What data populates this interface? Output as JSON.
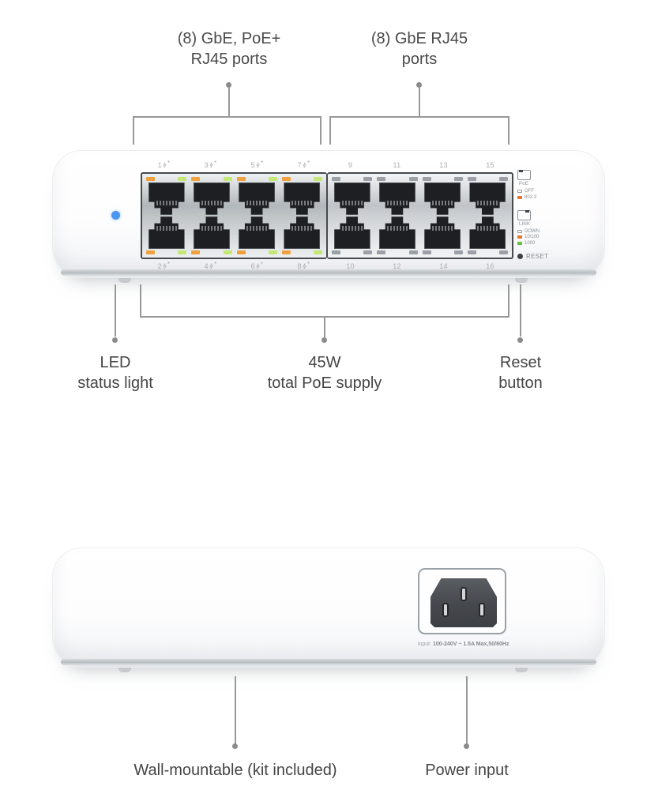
{
  "front": {
    "top_callouts": [
      {
        "line1": "(8) GbE, PoE+",
        "line2": "RJ45 ports"
      },
      {
        "line1": "(8) GbE RJ45",
        "line2": "ports"
      }
    ],
    "ports": {
      "blocks": [
        {
          "poe": true,
          "top": [
            "1",
            "3",
            "5",
            "7"
          ],
          "bottom": [
            "2",
            "4",
            "6",
            "8"
          ],
          "poe_mark": "*"
        },
        {
          "poe": false,
          "top": [
            "9",
            "11",
            "13",
            "15"
          ],
          "bottom": [
            "10",
            "12",
            "14",
            "16"
          ],
          "poe_mark": ""
        }
      ]
    },
    "legend": {
      "poe_title": "PoE",
      "poe_items": [
        {
          "swatch": "off",
          "label": "OFF"
        },
        {
          "swatch": "orange",
          "label": "802.3"
        }
      ],
      "link_title": "LINK",
      "link_items": [
        {
          "swatch": "off",
          "label": "DOWN"
        },
        {
          "swatch": "orange",
          "label": "10/100"
        },
        {
          "swatch": "green",
          "label": "1000"
        }
      ],
      "reset_label": "RESET"
    },
    "bottom_callouts": [
      {
        "line1": "LED",
        "line2": "status light"
      },
      {
        "line1": "45W",
        "line2": "total PoE supply"
      },
      {
        "line1": "Reset",
        "line2": "button"
      }
    ]
  },
  "rear": {
    "input_prefix": "Input:",
    "input_spec": "100-240V ~ 1.5A Max,50/60Hz",
    "callouts": [
      {
        "label": "Wall-mountable (kit included)"
      },
      {
        "label": "Power input"
      }
    ]
  },
  "colors": {
    "status_led_blue": "#4b96f3",
    "port_led_orange": "#f0a13e",
    "port_led_green": "#c3e776",
    "swatch_orange": "#e8762d",
    "swatch_green": "#6abf40",
    "callout_gray": "#98989a"
  }
}
